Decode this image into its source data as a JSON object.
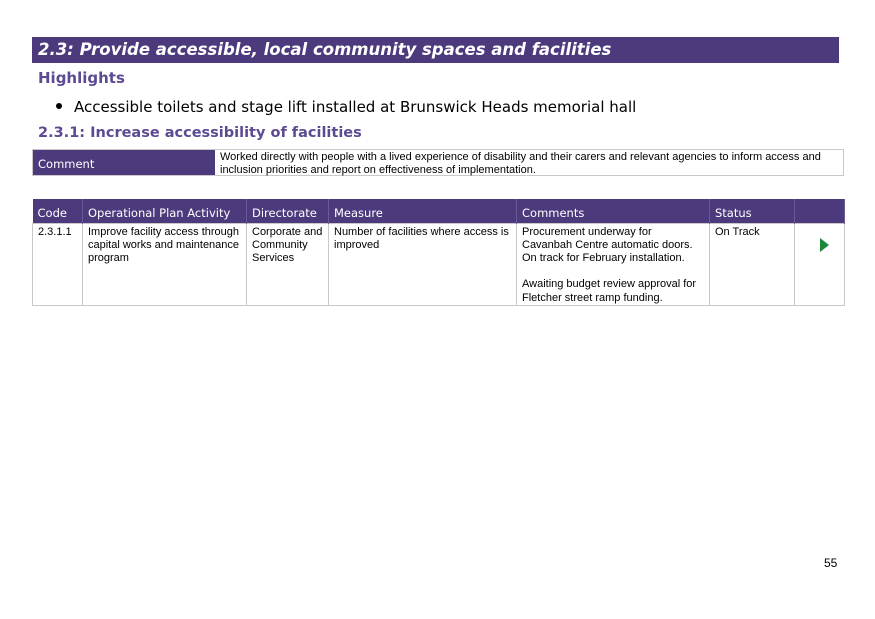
{
  "section": {
    "title": "2.3: Provide accessible, local community spaces and facilities"
  },
  "highlights": {
    "heading": "Highlights",
    "items": [
      "Accessible toilets and stage lift installed at Brunswick Heads memorial hall"
    ]
  },
  "subsection": {
    "title": "2.3.1: Increase accessibility of facilities",
    "comment_label": "Comment",
    "comment_text": "Worked directly with people with a lived experience of disability and their carers and relevant agencies to inform access and inclusion priorities and report on effectiveness of implementation."
  },
  "table": {
    "headers": [
      "Code",
      "Operational Plan Activity",
      "Directorate",
      "Measure",
      "Comments",
      "Status",
      ""
    ],
    "rows": [
      {
        "code": "2.3.1.1",
        "activity": "Improve facility access through capital works and maintenance program",
        "directorate": "Corporate and Community Services",
        "measure": "Number of facilities where access is improved",
        "comments_1": "Procurement underway for Cavanbah Centre automatic doors. On track for February installation.",
        "comments_2": "Awaiting budget review approval for Fletcher street ramp funding.",
        "status": "On Track",
        "status_icon": "green-right-triangle-icon"
      }
    ]
  },
  "colors": {
    "banner": "#4d3a7d",
    "heading": "#5e4a92",
    "status_on_track": "#1a8a3a"
  },
  "page_number": "55"
}
